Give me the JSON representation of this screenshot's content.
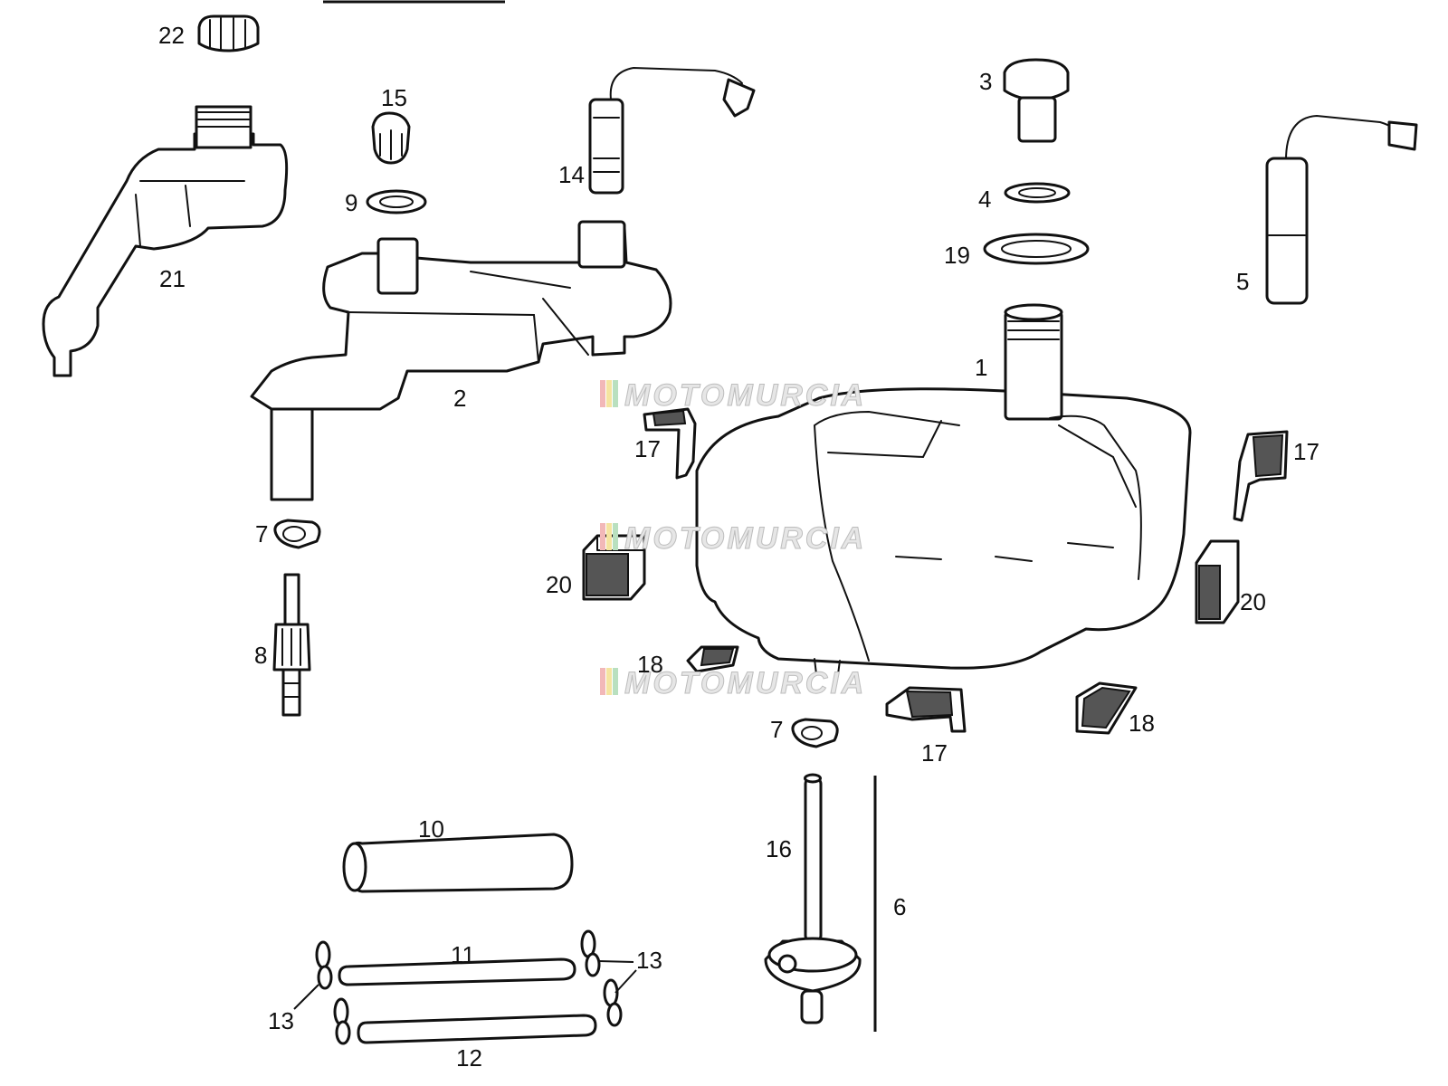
{
  "diagram": {
    "labels": [
      {
        "id": "p22",
        "text": "22"
      },
      {
        "id": "p15",
        "text": "15"
      },
      {
        "id": "p9",
        "text": "9"
      },
      {
        "id": "p21",
        "text": "21"
      },
      {
        "id": "p14",
        "text": "14"
      },
      {
        "id": "p2",
        "text": "2"
      },
      {
        "id": "p7a",
        "text": "7"
      },
      {
        "id": "p8",
        "text": "8"
      },
      {
        "id": "p3",
        "text": "3"
      },
      {
        "id": "p4",
        "text": "4"
      },
      {
        "id": "p19",
        "text": "19"
      },
      {
        "id": "p5",
        "text": "5"
      },
      {
        "id": "p1",
        "text": "1"
      },
      {
        "id": "p17a",
        "text": "17"
      },
      {
        "id": "p17b",
        "text": "17"
      },
      {
        "id": "p20a",
        "text": "20"
      },
      {
        "id": "p20b",
        "text": "20"
      },
      {
        "id": "p18a",
        "text": "18"
      },
      {
        "id": "p18b",
        "text": "18"
      },
      {
        "id": "p17c",
        "text": "17"
      },
      {
        "id": "p7b",
        "text": "7"
      },
      {
        "id": "p10",
        "text": "10"
      },
      {
        "id": "p16",
        "text": "16"
      },
      {
        "id": "p6",
        "text": "6"
      },
      {
        "id": "p11",
        "text": "11"
      },
      {
        "id": "p13a",
        "text": "13"
      },
      {
        "id": "p13b",
        "text": "13"
      },
      {
        "id": "p12",
        "text": "12"
      }
    ],
    "watermark": "MOTOMURCIA",
    "colors": {
      "line": "#111111",
      "background": "#ffffff",
      "watermark_red": "#d32f2f",
      "watermark_yellow": "#f2c300",
      "watermark_green": "#2e9e3a"
    }
  }
}
